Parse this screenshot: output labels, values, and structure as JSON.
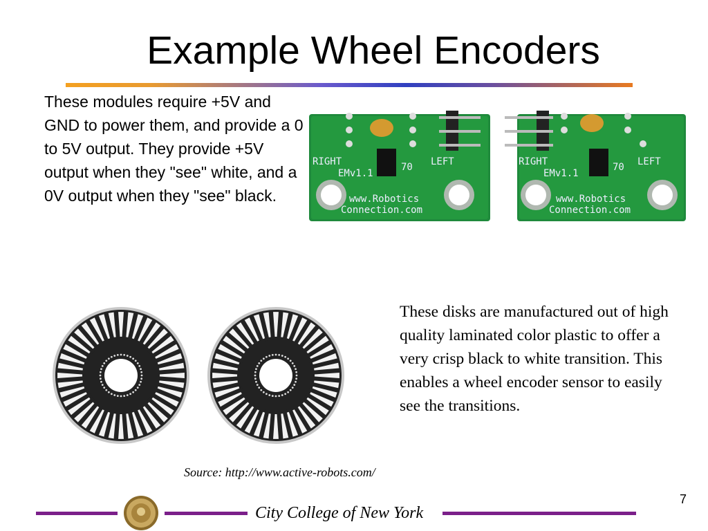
{
  "slide": {
    "title": "Example Wheel Encoders",
    "modules_text": "These modules require +5V and GND to power them, and provide a 0 to 5V output. They provide +5V output when they \"see\" white, and a 0V output when they \"see\" black.",
    "disks_text": "These disks are manufactured out of high quality laminated color plastic to offer a very crisp black to white transition. This enables a wheel encoder sensor to easily see the transitions.",
    "source": "Source: http://www.active-robots.com/",
    "page_number": "7"
  },
  "boards": [
    {
      "right_label": "RIGHT",
      "version_label": "EMv1.1",
      "left_label": "LEFT",
      "url_line1": "www.Robotics",
      "url_line2": "Connection.com",
      "num_label": "70"
    },
    {
      "right_label": "RIGHT",
      "version_label": "EMv1.1",
      "left_label": "LEFT",
      "url_line1": "www.Robotics",
      "url_line2": "Connection.com",
      "num_label": "70"
    }
  ],
  "footer": {
    "college": "City College of New York"
  },
  "colors": {
    "pcb_green": "#1f8a3c",
    "footer_purple": "#7b1f8a",
    "title_rule_start": "#f4a020",
    "title_rule_mid": "#3040c0"
  },
  "icons": {
    "seal": "college-seal-icon"
  }
}
